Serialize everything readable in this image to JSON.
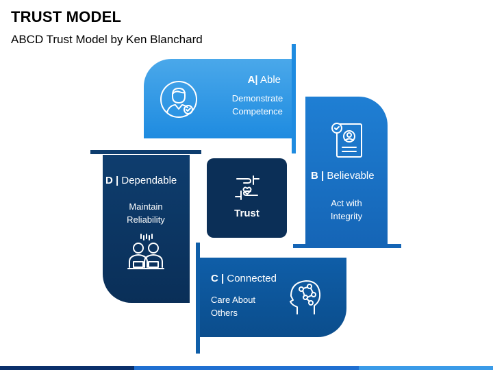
{
  "header": {
    "title": "TRUST MODEL",
    "subtitle": "ABCD Trust Model by Ken Blanchard"
  },
  "center": {
    "label": "Trust",
    "icon": "handshake-heart-icon"
  },
  "cards": {
    "a": {
      "letter": "A|",
      "name": "Able",
      "description": "Demonstrate Competence",
      "icon": "person-check-icon",
      "color": "#1e8be0"
    },
    "b": {
      "letter": "B |",
      "name": "Believable",
      "description": "Act with Integrity",
      "icon": "profile-document-check-icon",
      "color": "#1565b6"
    },
    "c": {
      "letter": "C |",
      "name": "Connected",
      "description": "Care About Others",
      "icon": "head-network-icon",
      "color": "#0f5ea8"
    },
    "d": {
      "letter": "D |",
      "name": "Dependable",
      "description": "Maintain Reliability",
      "icon": "team-members-icon",
      "color": "#0e3d6e"
    }
  },
  "footer": {
    "colors": [
      "#0a2f6b",
      "#1f6fd1",
      "#3a9be8"
    ]
  }
}
